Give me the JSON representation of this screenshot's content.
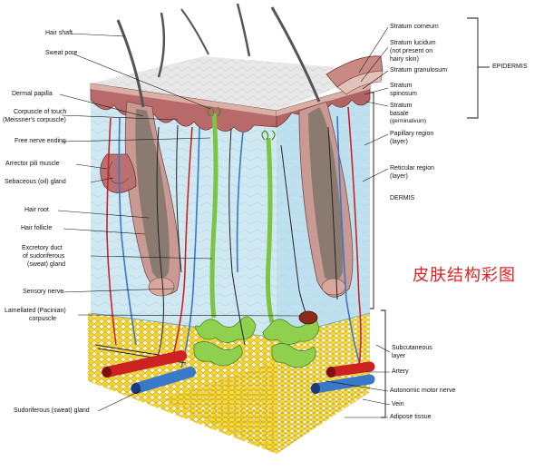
{
  "title_cn": "皮肤结构彩图",
  "colors": {
    "dermis": "#cfe8f2",
    "epidermis": "#b86a6a",
    "hair": "#8a7a70",
    "sweat_gland": "#8fd14f",
    "artery": "#cc2222",
    "vein": "#3a78c8",
    "fat": "#f2d42a",
    "title_red": "#e02020"
  },
  "labels_left": {
    "hair_shaft": "Hair shaft",
    "sweat_pore": "Sweat pore",
    "dermal_papilla": "Dermal papilla",
    "corpuscle_touch_1": "Corpuscle of touch",
    "corpuscle_touch_2": "(Meissner's corpuscle)",
    "free_nerve_ending": "Free nerve ending",
    "arrector_pili": "Arrector pili muscle",
    "sebaceous_gland": "Sebaceous (oil) gland",
    "hair_root": "Hair root",
    "hair_follicle": "Hair follicle",
    "excretory_duct_1": "Excretory duct",
    "excretory_duct_2": "of sudoriferous",
    "excretory_duct_3": "(sweat) gland",
    "sensory_nerve": "Sensory nerve",
    "lamellated_1": "Lamellated (Pacinian)",
    "lamellated_2": "corpuscle",
    "sudoriferous_gland": "Sudoriferous (sweat) gland"
  },
  "labels_right": {
    "stratum_corneum": "Stratum corneum",
    "stratum_lucidum_1": "Stratum lucidum",
    "stratum_lucidum_2": "(not present on",
    "stratum_lucidum_3": "hairy skin)",
    "stratum_granulosum": "Stratum granulosum",
    "stratum_spinosum_1": "Stratum",
    "stratum_spinosum_2": "spinosum",
    "stratum_basale_1": "Stratum",
    "stratum_basale_2": "basale",
    "stratum_basale_3": "(germinativum)",
    "papillary_1": "Papillary region",
    "papillary_2": "(layer)",
    "reticular_1": "Reticular region",
    "reticular_2": "(layer)",
    "subcutaneous_1": "Subcutaneous",
    "subcutaneous_2": "layer",
    "artery": "Artery",
    "autonomic_nerve": "Autonomic motor nerve",
    "vein": "Vein",
    "adipose_tissue": "Adipose tissue"
  },
  "brackets": {
    "epidermis": "EPIDERMIS",
    "dermis": "DERMIS"
  }
}
